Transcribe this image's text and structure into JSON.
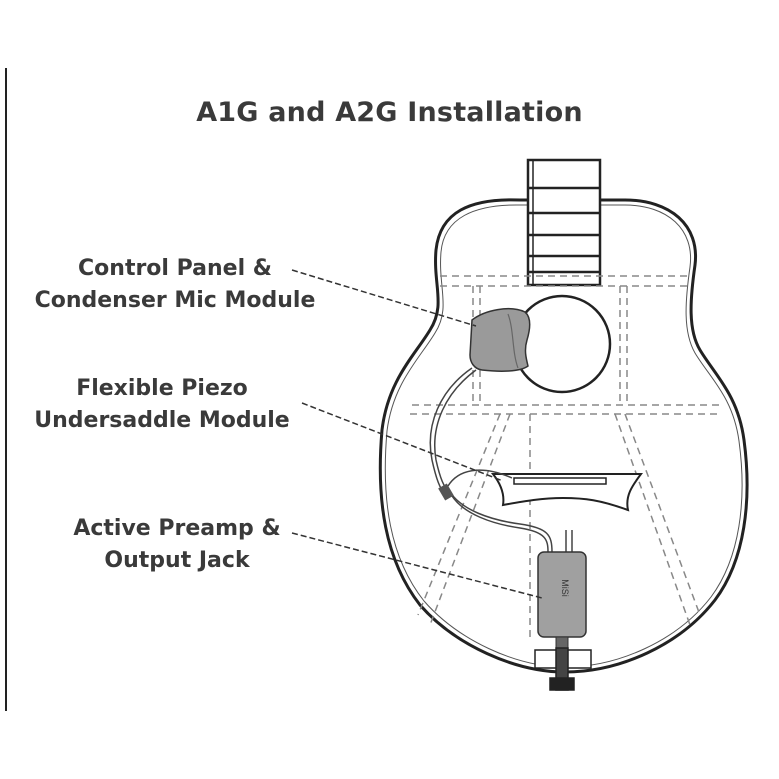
{
  "title": "A1G and A2G Installation",
  "callouts": {
    "control_panel": [
      "Control Panel &",
      "Condenser Mic Module"
    ],
    "piezo": [
      "Flexible Piezo",
      "Undersaddle Module"
    ],
    "preamp": [
      "Active Preamp &",
      "Output Jack"
    ]
  },
  "preamp_brand": "MiSi"
}
